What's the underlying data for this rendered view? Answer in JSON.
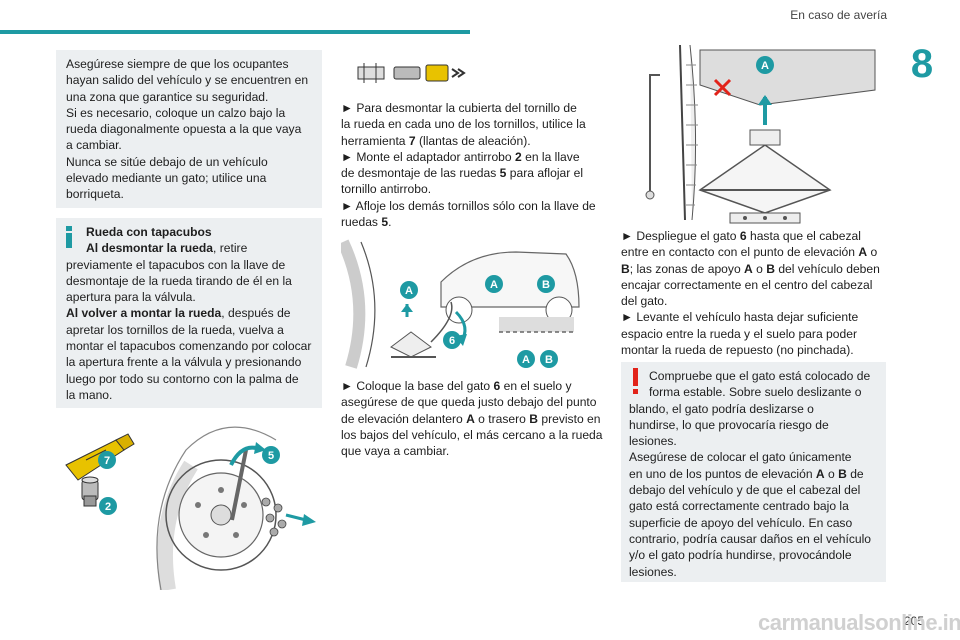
{
  "header": {
    "section_title": "En caso de avería",
    "chapter": "8"
  },
  "footer": {
    "page_number": "205",
    "watermark": "carmanualsonline.info"
  },
  "warning_box_1": {
    "lines": [
      "Asegúrese siempre de que los ocupantes",
      "hayan salido del vehículo y se encuentren en",
      "una zona que garantice su seguridad.",
      "Si es necesario, coloque un calzo bajo la",
      "rueda diagonalmente opuesta a la que vaya",
      "a cambiar.",
      "Nunca se sitúe debajo de un vehículo",
      "elevado mediante un gato; utilice una",
      "borriqueta."
    ]
  },
  "info_box": {
    "title": "Rueda con tapacubos",
    "remove_bold": "Al desmontar la rueda",
    "remove_rest": ", retire",
    "remove_lines": [
      "previamente el tapacubos con la llave de",
      "desmontaje de la rueda tirando de él en la",
      "apertura para la válvula."
    ],
    "refit_bold": "Al volver a montar la rueda",
    "refit_rest": ", después de",
    "refit_lines": [
      "apretar los tornillos de la rueda, vuelva a",
      "montar el tapacubos comenzando por colocar",
      "la apertura frente a la válvula y presionando",
      "luego por todo su contorno con la palma de",
      "la mano."
    ]
  },
  "middle_steps": {
    "s1_l1": "► Para desmontar la cubierta del tornillo de",
    "s1_l2": "la rueda en cada uno de los tornillos, utilice la",
    "s1_l3a": "herramienta ",
    "s1_l3b": "7",
    "s1_l3c": " (llantas de aleación).",
    "s2_l1a": "► Monte el adaptador antirrobo ",
    "s2_l1b": "2",
    "s2_l1c": " en la llave",
    "s2_l2a": "de desmontaje de las ruedas ",
    "s2_l2b": "5",
    "s2_l2c": " para aflojar el",
    "s2_l3": "tornillo antirrobo.",
    "s3_l1": "► Afloje los demás tornillos sólo con la llave de",
    "s3_l2a": "ruedas ",
    "s3_l2b": "5",
    "s3_l2c": "."
  },
  "middle_steps_2": {
    "l1a": "► Coloque la base del gato ",
    "l1b": "6",
    "l1c": " en el suelo y",
    "l2": "asegúrese de que queda justo debajo del punto",
    "l3a": "de elevación delantero ",
    "l3b": "A",
    "l3c": " o trasero ",
    "l3d": "B",
    "l3e": " previsto en",
    "l4": "los bajos del vehículo, el más cercano a la rueda",
    "l5": "que vaya a cambiar."
  },
  "right_steps": {
    "l1a": "► Despliegue el gato ",
    "l1b": "6",
    "l1c": " hasta que el cabezal",
    "l2a": "entre en contacto con el punto de elevación ",
    "l2b": "A",
    "l2c": " o",
    "l3a": "B",
    "l3b": "; las zonas de apoyo ",
    "l3c": "A",
    "l3d": " o ",
    "l3e": "B",
    "l3f": " del vehículo deben",
    "l4": "encajar correctamente en el centro del cabezal",
    "l5": "del gato.",
    "l6": "► Levante el vehículo hasta dejar suficiente",
    "l7": "espacio entre la rueda y el suelo para poder",
    "l8": "montar la rueda de repuesto (no pinchada)."
  },
  "warning_box_2": {
    "l1": "Compruebe que el gato está colocado de",
    "l2": "forma estable. Sobre suelo deslizante o",
    "l3": "blando, el gato podría deslizarse o",
    "l4": "hundirse, lo que provocaría riesgo de",
    "l5": "lesiones.",
    "l6": "Asegúrese de colocar el gato únicamente",
    "l7a": "en uno de los puntos de elevación ",
    "l7b": "A",
    "l7c": " o ",
    "l7d": "B",
    "l7e": " de",
    "l8": "debajo del vehículo y de que el cabezal del",
    "l9": "gato está correctamente centrado bajo la",
    "l10": "superficie de apoyo del vehículo. En caso",
    "l11": "contrario, podría causar daños en el vehículo",
    "l12": "y/o el gato podría hundirse, provocándole",
    "l13": "lesiones."
  },
  "figure_labels": {
    "tool": "7",
    "adapter": "2",
    "wrench": "5",
    "jack": "6",
    "point_a": "A",
    "point_b": "B"
  },
  "colors": {
    "accent": "#1e9aa3",
    "warning": "#e2231a",
    "box_bg": "#eceff1",
    "badge": "#1e9aa3"
  }
}
